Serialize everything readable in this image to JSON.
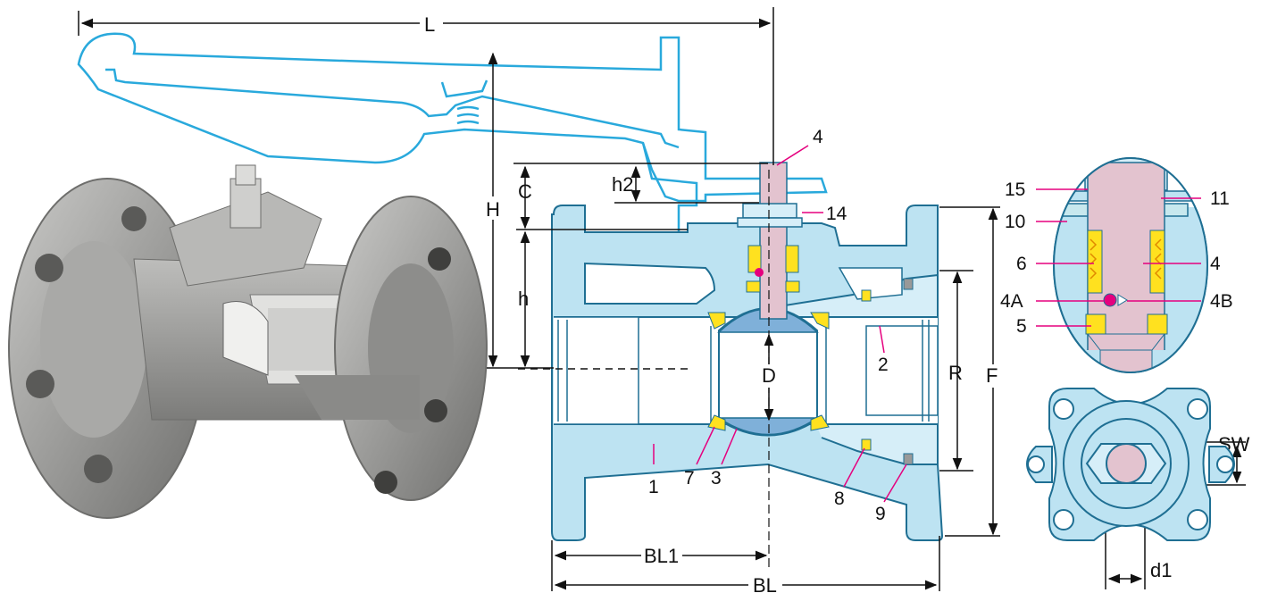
{
  "colors": {
    "body_fill": "#bde3f2",
    "body_fill_light": "#d6eef8",
    "outline": "#1f6f93",
    "handle_line": "#29a9dc",
    "stem": "#e3c3cf",
    "seat": "#ffe11f",
    "ball": "#7fb0d9",
    "leader": "#e5007e",
    "dim_line": "#111111",
    "photo": "#9a9a98"
  },
  "dimensions": {
    "L": "L",
    "H": "H",
    "C": "C",
    "h2": "h2",
    "h": "h",
    "D": "D",
    "R": "R",
    "F": "F",
    "BL1": "BL1",
    "BL": "BL",
    "SW": "SW",
    "d1": "d1"
  },
  "section_parts": {
    "p1": "1",
    "p2": "2",
    "p3": "3",
    "p4": "4",
    "p7": "7",
    "p8": "8",
    "p9": "9",
    "p14": "14"
  },
  "detail_parts": {
    "p15": "15",
    "p11": "11",
    "p10": "10",
    "p6": "6",
    "p4": "4",
    "p4A": "4A",
    "p4B": "4B",
    "p5": "5"
  },
  "icons": {
    "photo": "cutaway-ball-valve-photo",
    "section": "ball-valve-cross-section",
    "detail": "stem-packing-detail",
    "top_view": "flange-top-view"
  }
}
